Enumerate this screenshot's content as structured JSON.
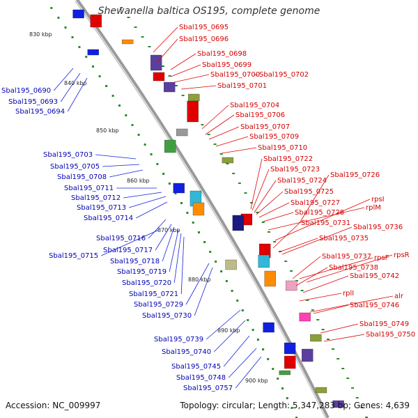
{
  "title": "Shewanella baltica OS195, complete genome",
  "footer": {
    "accession": "Accession: NC_009997",
    "info": "Topology: circular; Length: 5,347,283 bp; Genes: 4,639"
  },
  "colors": {
    "backbone": "#999999",
    "forward": "#e00000",
    "reverse": "#1020e0",
    "label_forward": "#d40000",
    "label_reverse": "#0000b4",
    "tick": "#2b8a2b"
  },
  "kbp_labels": [
    "830 kbp",
    "840 kbp",
    "850 kbp",
    "860 kbp",
    "870 kbp",
    "880 kbp",
    "890 kbp",
    "900 kbp"
  ],
  "forward_labels": [
    "Sbal195_0695",
    "Sbal195_0696",
    "Sbal195_0698",
    "Sbal195_0699",
    "Sbal195_0700",
    "Sbal195_0702",
    "Sbal195_0701",
    "Sbal195_0704",
    "Sbal195_0706",
    "Sbal195_0707",
    "Sbal195_0709",
    "Sbal195_0710",
    "Sbal195_0722",
    "Sbal195_0723",
    "Sbal195_0724",
    "Sbal195_0726",
    "Sbal195_0725",
    "Sbal195_0727",
    "rpsI",
    "Sbal195_0728",
    "rplM",
    "Sbal195_0731",
    "Sbal195_0736",
    "Sbal195_0735",
    "Sbal195_0737",
    "rpsR",
    "rpsF",
    "Sbal195_0738",
    "Sbal195_0742",
    "rplI",
    "alr",
    "Sbal195_0746",
    "Sbal195_0749",
    "Sbal195_0750"
  ],
  "reverse_labels": [
    "Sbal195_0690",
    "Sbal195_0693",
    "Sbal195_0694",
    "Sbal195_0703",
    "Sbal195_0705",
    "Sbal195_0708",
    "Sbal195_0711",
    "Sbal195_0712",
    "Sbal195_0713",
    "Sbal195_0714",
    "Sbal195_0716",
    "Sbal195_0715",
    "Sbal195_0717",
    "Sbal195_0718",
    "Sbal195_0719",
    "Sbal195_0720",
    "Sbal195_0721",
    "Sbal195_0729",
    "Sbal195_0730",
    "Sbal195_0739",
    "Sbal195_0740",
    "Sbal195_0745",
    "Sbal195_0748",
    "Sbal195_0757"
  ]
}
